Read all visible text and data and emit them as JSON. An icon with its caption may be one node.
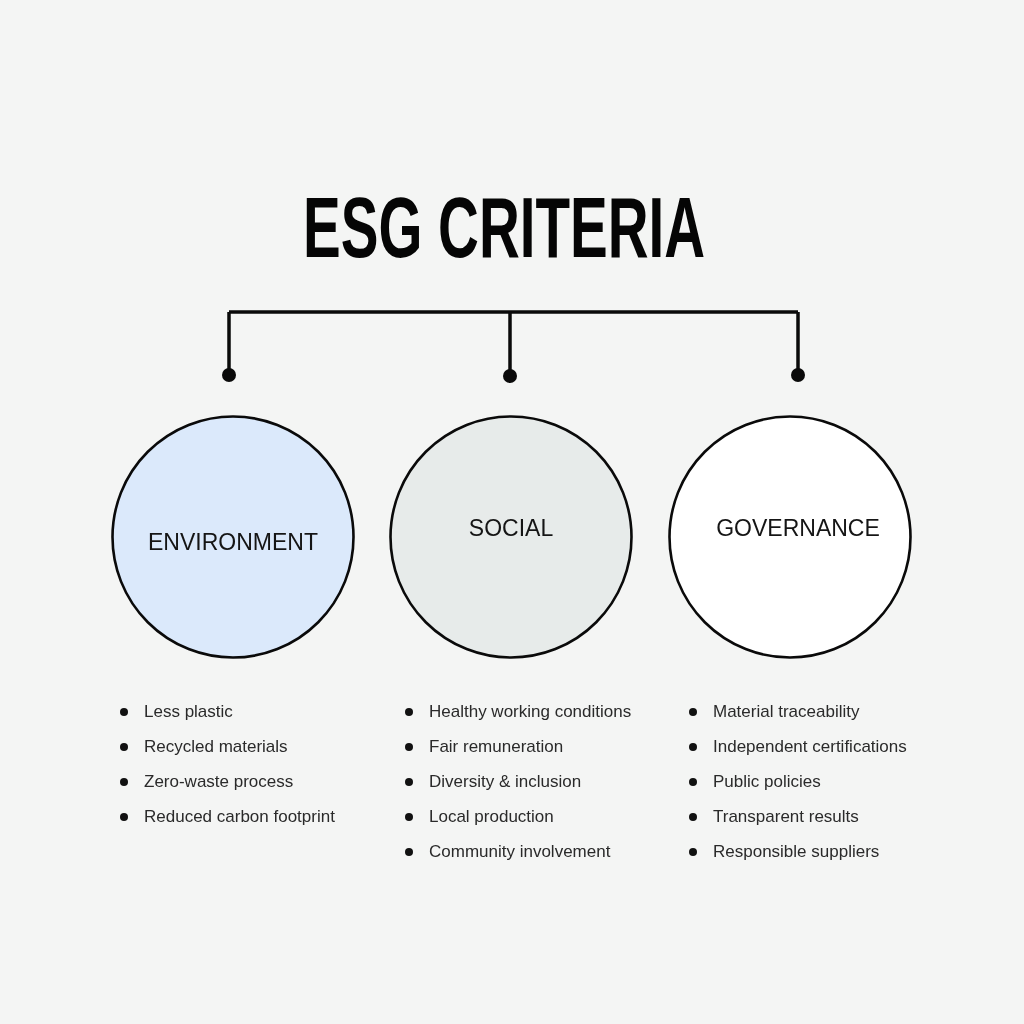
{
  "diagram": {
    "title": "ESG CRITERIA",
    "nodes": [
      {
        "text": [
          "ENVIRONMENT"
        ],
        "beside": [
          "Less plastic",
          "Recycled materials",
          "Zero-waste process",
          "Reduced carbon footprint"
        ]
      },
      {
        "text": [
          "SOCIAL"
        ],
        "beside": [
          "Healthy working conditions",
          "Fair remuneration",
          "Diversity & inclusion",
          "Local production",
          "Community involvement"
        ]
      },
      {
        "text": [
          "GOVERNANCE"
        ],
        "beside": [
          "Material traceability",
          "Independent certifications",
          "Public policies",
          "Transparent results",
          "Responsible suppliers"
        ]
      }
    ]
  }
}
